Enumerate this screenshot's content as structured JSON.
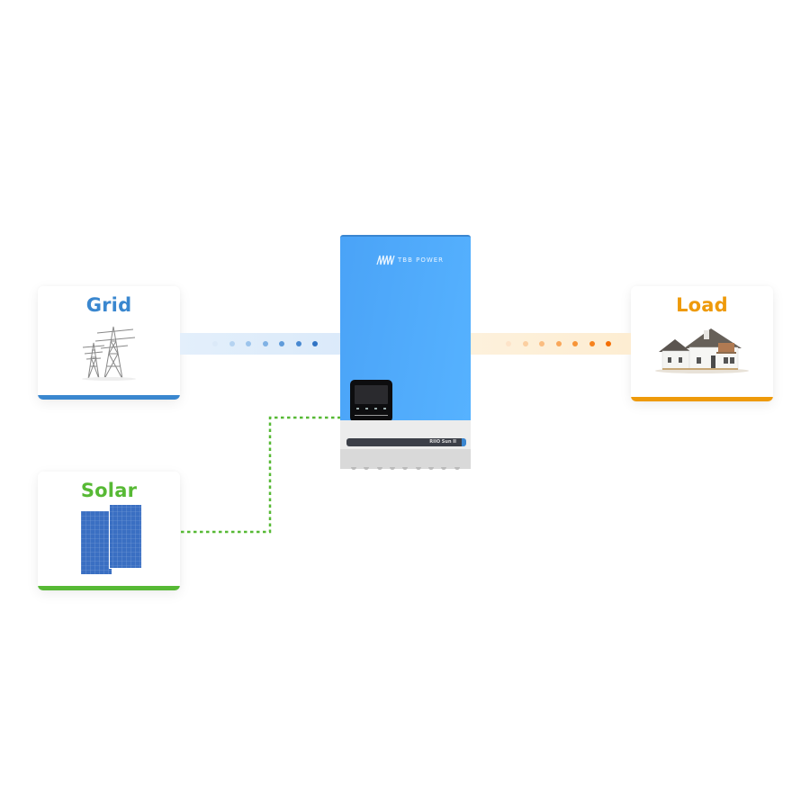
{
  "nodes": {
    "grid": {
      "label": "Grid",
      "color": "#3a87cf",
      "icon": "power-tower-icon"
    },
    "load": {
      "label": "Load",
      "color": "#ee9a0a",
      "icon": "house-icon"
    },
    "solar": {
      "label": "Solar",
      "color": "#57b935",
      "icon": "solar-panel-icon"
    }
  },
  "inverter": {
    "brand": "TBB POWER",
    "model": "RIIO Sun II",
    "body_color": "#4ea8fb"
  },
  "flows": {
    "grid_to_inverter": {
      "direction": "right",
      "dot_colors": [
        "#dbe9f8",
        "#b5d3f1",
        "#9cc4ec",
        "#7fb1e4",
        "#5f9bda",
        "#4889d1",
        "#2f73c4"
      ]
    },
    "inverter_to_load": {
      "direction": "right",
      "dot_colors": [
        "#fde3c8",
        "#fbcfa0",
        "#fbbd80",
        "#f9a75a",
        "#f79437",
        "#f6821d",
        "#f46f06"
      ]
    },
    "solar_to_inverter": {
      "style": "dotted",
      "color": "#57b935"
    }
  }
}
